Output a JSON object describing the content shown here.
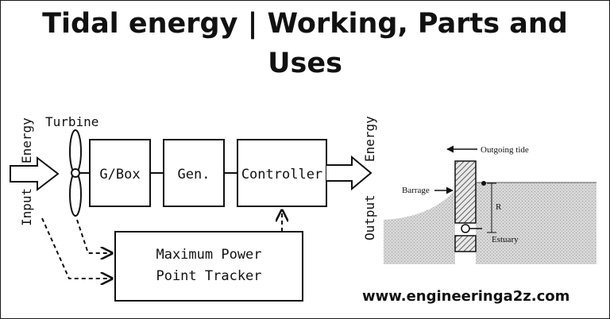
{
  "title": {
    "line1": "Tidal energy | Working, Parts and",
    "line2": "Uses"
  },
  "block_diagram": {
    "input_label": "Input",
    "input_energy_label": "Energy",
    "turbine_label": "Turbine",
    "gearbox_label": "G/Box",
    "generator_label": "Gen.",
    "controller_label": "Controller",
    "output_label": "Output",
    "output_energy_label": "Energy",
    "mppt_line1": "Maximum Power",
    "mppt_line2": "Point Tracker"
  },
  "tidal_diagram": {
    "outgoing_tide_label": "Outgoing tide",
    "barrage_label": "Barrage",
    "r_label": "R",
    "estuary_label": "Estuary",
    "water_color": "#cfcfcf"
  },
  "footer": {
    "website": "www.engineeringa2z.com"
  }
}
